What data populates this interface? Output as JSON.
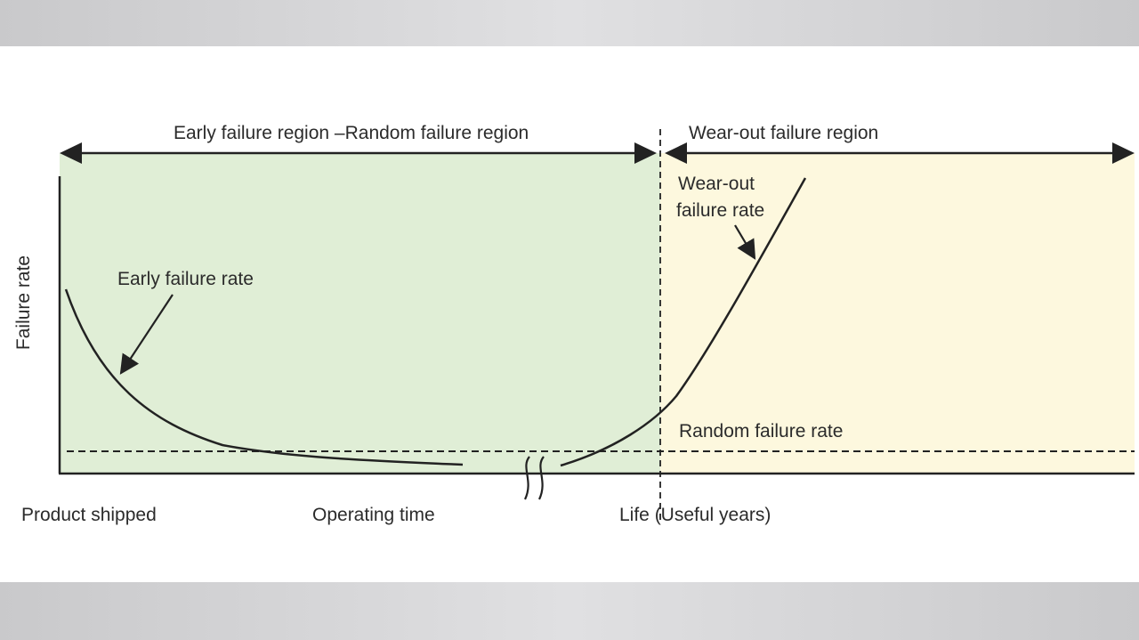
{
  "regions": {
    "left_label": "Early failure region –Random failure region",
    "right_label": "Wear-out failure region"
  },
  "curves": {
    "early_label": "Early failure rate",
    "wear_label_line1": "Wear-out",
    "wear_label_line2": "failure rate",
    "random_label": "Random failure rate"
  },
  "axes": {
    "ylabel": "Failure rate",
    "x_start": "Product shipped",
    "x_middle": "Operating time",
    "x_life": "Life (Useful years)"
  },
  "colors": {
    "early_region": "#e0eed6",
    "wearout_region": "#fdf8de",
    "ink": "#222222"
  }
}
